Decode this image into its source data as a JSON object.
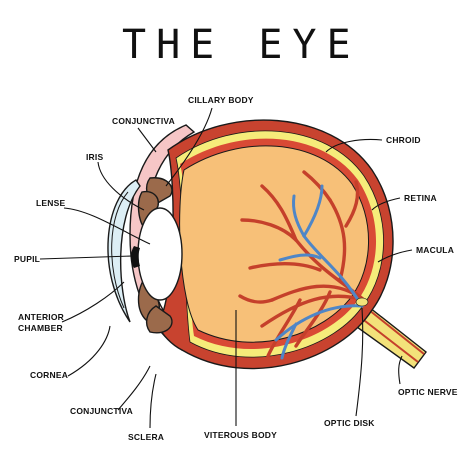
{
  "title": "THE EYE",
  "labels": {
    "ciliary_body": "CILLARY BODY",
    "conjunctiva_top": "CONJUNCTIVA",
    "chroid": "CHROID",
    "iris": "IRIS",
    "lense": "LENSE",
    "retina": "RETINA",
    "pupil": "PUPIL",
    "macula": "MACULA",
    "anterior": "ANTERIOR",
    "chamber": "CHAMBER",
    "cornea": "CORNEA",
    "optic_nerve": "OPTIC NERVE",
    "conjunctiva_bottom": "CONJUNCTIVA",
    "optic_disk": "OPTIC DISK",
    "sclera": "SCLERA",
    "viterous_body": "VITEROUS BODY"
  },
  "colors": {
    "vitreous": "#f7c078",
    "sclera_outer": "#c8432f",
    "sclera_inner": "#e4553d",
    "choroid": "#d94a35",
    "retina": "#f6ec7a",
    "cornea_fill": "#dceef5",
    "lens_fill": "#ffffff",
    "iris": "#9b6a4b",
    "pupil": "#111111",
    "conjunctiva": "#f6c6c6",
    "artery": "#c5402b",
    "vein": "#4f86c7",
    "optic_nerve": "#f3e27a"
  }
}
